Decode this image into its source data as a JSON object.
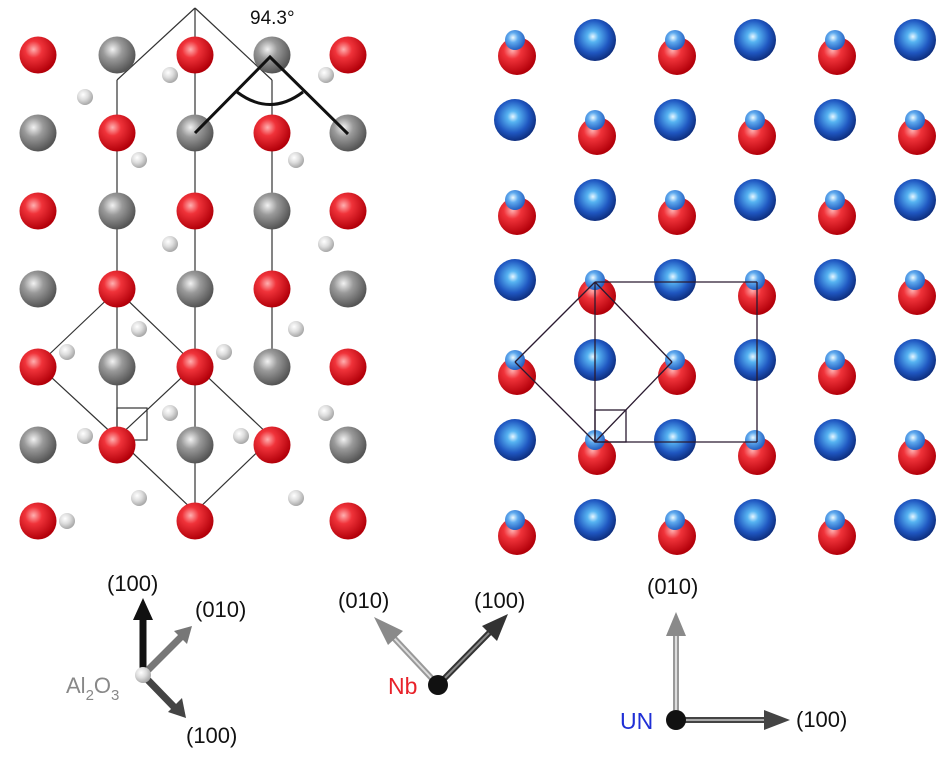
{
  "colors": {
    "red": "#e8222a",
    "gray": "#8a8a8a",
    "lightgray": "#cfcfcf",
    "blue": "#1f4fb0",
    "lightblue": "#4f94e8"
  },
  "left_panel": {
    "angle_label": "94.3°"
  },
  "axes": {
    "al2o3": {
      "label_html": "Al<tspan baseline-shift='sub' font-size='15'>2</tspan>O<tspan baseline-shift='sub' font-size='15'>3</tspan>",
      "label_text": "Al2O3",
      "up_label": "(100)",
      "diag_label": "(010)",
      "down_label": "(100)"
    },
    "nb": {
      "label": "Nb",
      "left_label": "(010)",
      "right_label": "(100)"
    },
    "un": {
      "label": "UN",
      "up_label": "(010)",
      "right_label": "(100)"
    }
  }
}
